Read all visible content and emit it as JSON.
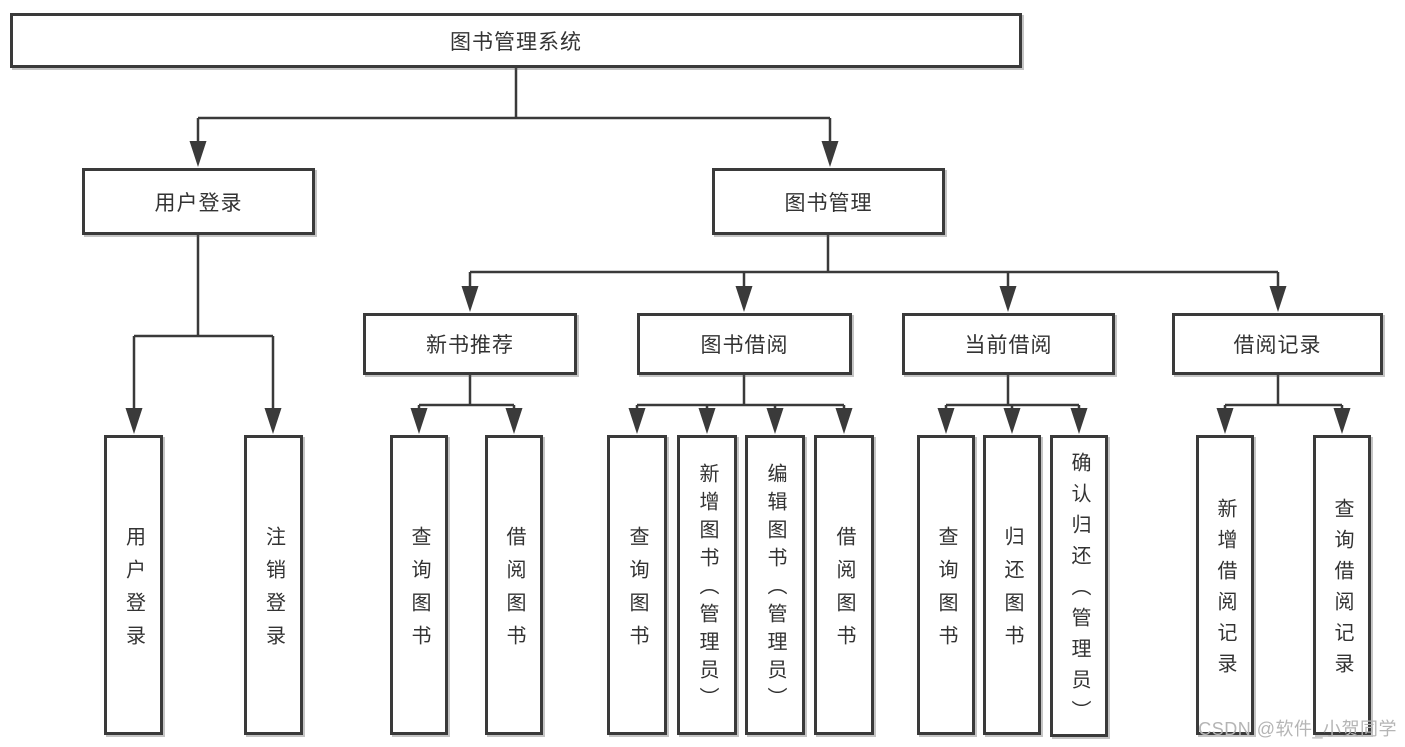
{
  "colors": {
    "line": "#3a3a3a",
    "text": "#333333",
    "node-fill": "#ffffff",
    "watermark": "#b5b5b5",
    "background": "#ffffff"
  },
  "watermark": {
    "text": "CSDN @软件_小贺同学"
  },
  "tree": {
    "label": "图书管理系统",
    "children": [
      {
        "label": "用户登录",
        "children": [
          {
            "label": "用户登录"
          },
          {
            "label": "注销登录"
          }
        ]
      },
      {
        "label": "图书管理",
        "children": [
          {
            "label": "新书推荐",
            "children": [
              {
                "label": "查询图书"
              },
              {
                "label": "借阅图书"
              }
            ]
          },
          {
            "label": "图书借阅",
            "children": [
              {
                "label": "查询图书"
              },
              {
                "label": "新增图书（管理员）"
              },
              {
                "label": "编辑图书（管理员）"
              },
              {
                "label": "借阅图书"
              }
            ]
          },
          {
            "label": "当前借阅",
            "children": [
              {
                "label": "查询图书"
              },
              {
                "label": "归还图书"
              },
              {
                "label": "确认归还（管理员）"
              }
            ]
          },
          {
            "label": "借阅记录",
            "children": [
              {
                "label": "新增借阅记录"
              },
              {
                "label": "查询借阅记录"
              }
            ]
          }
        ]
      }
    ]
  }
}
